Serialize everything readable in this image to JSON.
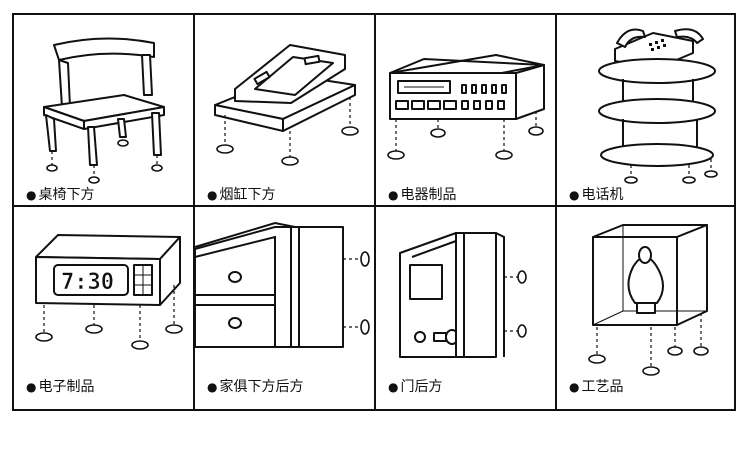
{
  "panels": [
    {
      "label": "桌椅下方",
      "icon": "chair-icon"
    },
    {
      "label": "烟缸下方",
      "icon": "ashtray-icon"
    },
    {
      "label": "电器制品",
      "icon": "appliance-icon"
    },
    {
      "label": "电话机",
      "icon": "telephone-icon"
    },
    {
      "label": "电子制品",
      "icon": "digital-clock-icon"
    },
    {
      "label": "家俱下方后方",
      "icon": "cabinet-icon"
    },
    {
      "label": "门后方",
      "icon": "door-icon"
    },
    {
      "label": "工艺品",
      "icon": "display-case-icon"
    }
  ],
  "bullet": "●",
  "clock_display": "7:30"
}
